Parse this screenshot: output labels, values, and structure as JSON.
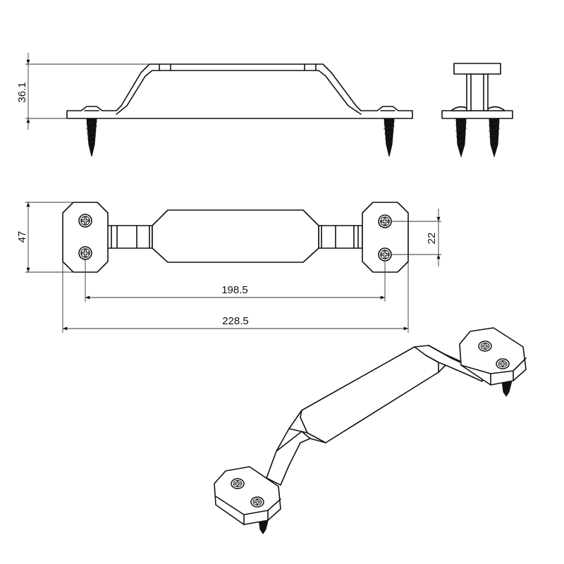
{
  "dimensions": {
    "height": "36.1",
    "width_plate": "47",
    "hole_spacing": "22",
    "hole_centers": "198.5",
    "overall_length": "228.5"
  }
}
